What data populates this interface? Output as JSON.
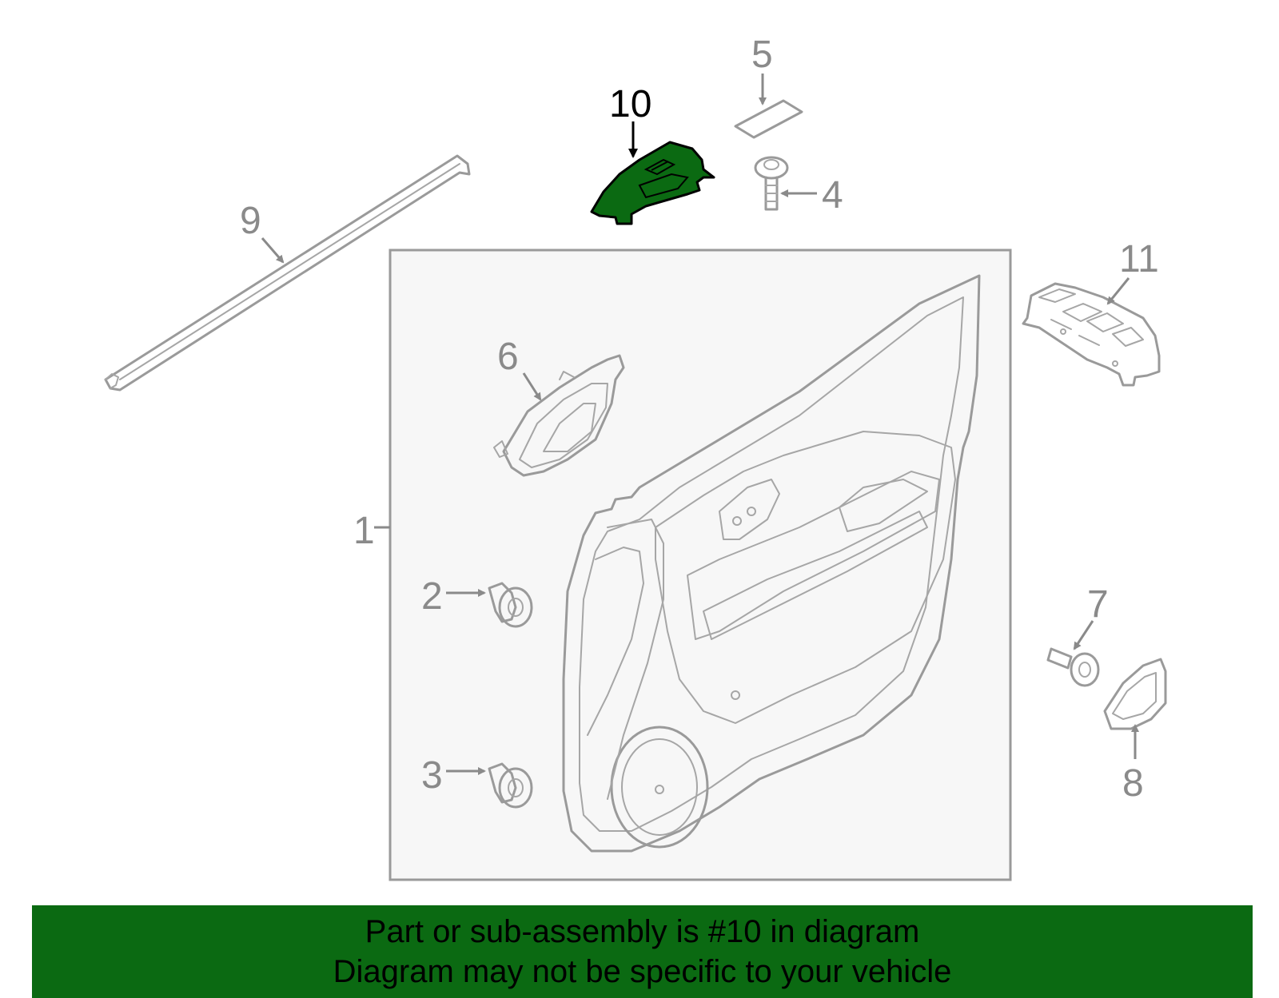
{
  "callouts": [
    {
      "id": "1",
      "label": "1"
    },
    {
      "id": "2",
      "label": "2"
    },
    {
      "id": "3",
      "label": "3"
    },
    {
      "id": "4",
      "label": "4"
    },
    {
      "id": "5",
      "label": "5"
    },
    {
      "id": "6",
      "label": "6"
    },
    {
      "id": "7",
      "label": "7"
    },
    {
      "id": "8",
      "label": "8"
    },
    {
      "id": "9",
      "label": "9"
    },
    {
      "id": "10",
      "label": "10"
    },
    {
      "id": "11",
      "label": "11"
    }
  ],
  "highlighted_part": "10",
  "colors": {
    "highlight_fill": "#0b6a12",
    "banner_bg": "#0b6a12",
    "part_stroke": "#9a9a9a",
    "label_gray": "#8a8a8a",
    "panel_bg": "#f7f7f7"
  },
  "banner": {
    "line1": "Part or sub-assembly is #10 in diagram",
    "line2": "Diagram may not be specific to your vehicle"
  }
}
